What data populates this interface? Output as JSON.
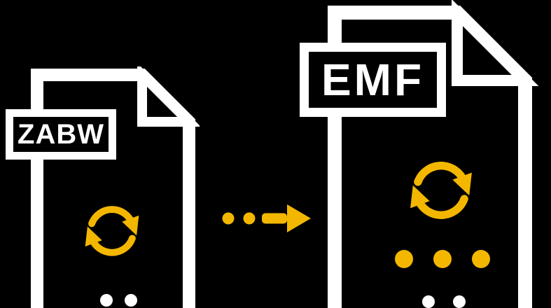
{
  "illustration": {
    "source_file": {
      "label": "ZABW"
    },
    "target_file": {
      "label": "EMF"
    },
    "icons": {
      "source_document": "document-with-folded-corner",
      "target_document": "document-with-folded-corner",
      "sync": "circular-refresh-arrows",
      "conversion_arrow": "right-arrow-with-dotted-trail",
      "target_ellipsis": "three-dots"
    },
    "colors": {
      "background": "#000000",
      "document_outline": "#FFFFFF",
      "label_text": "#FFFFFF",
      "accent": "#F3B700"
    }
  }
}
